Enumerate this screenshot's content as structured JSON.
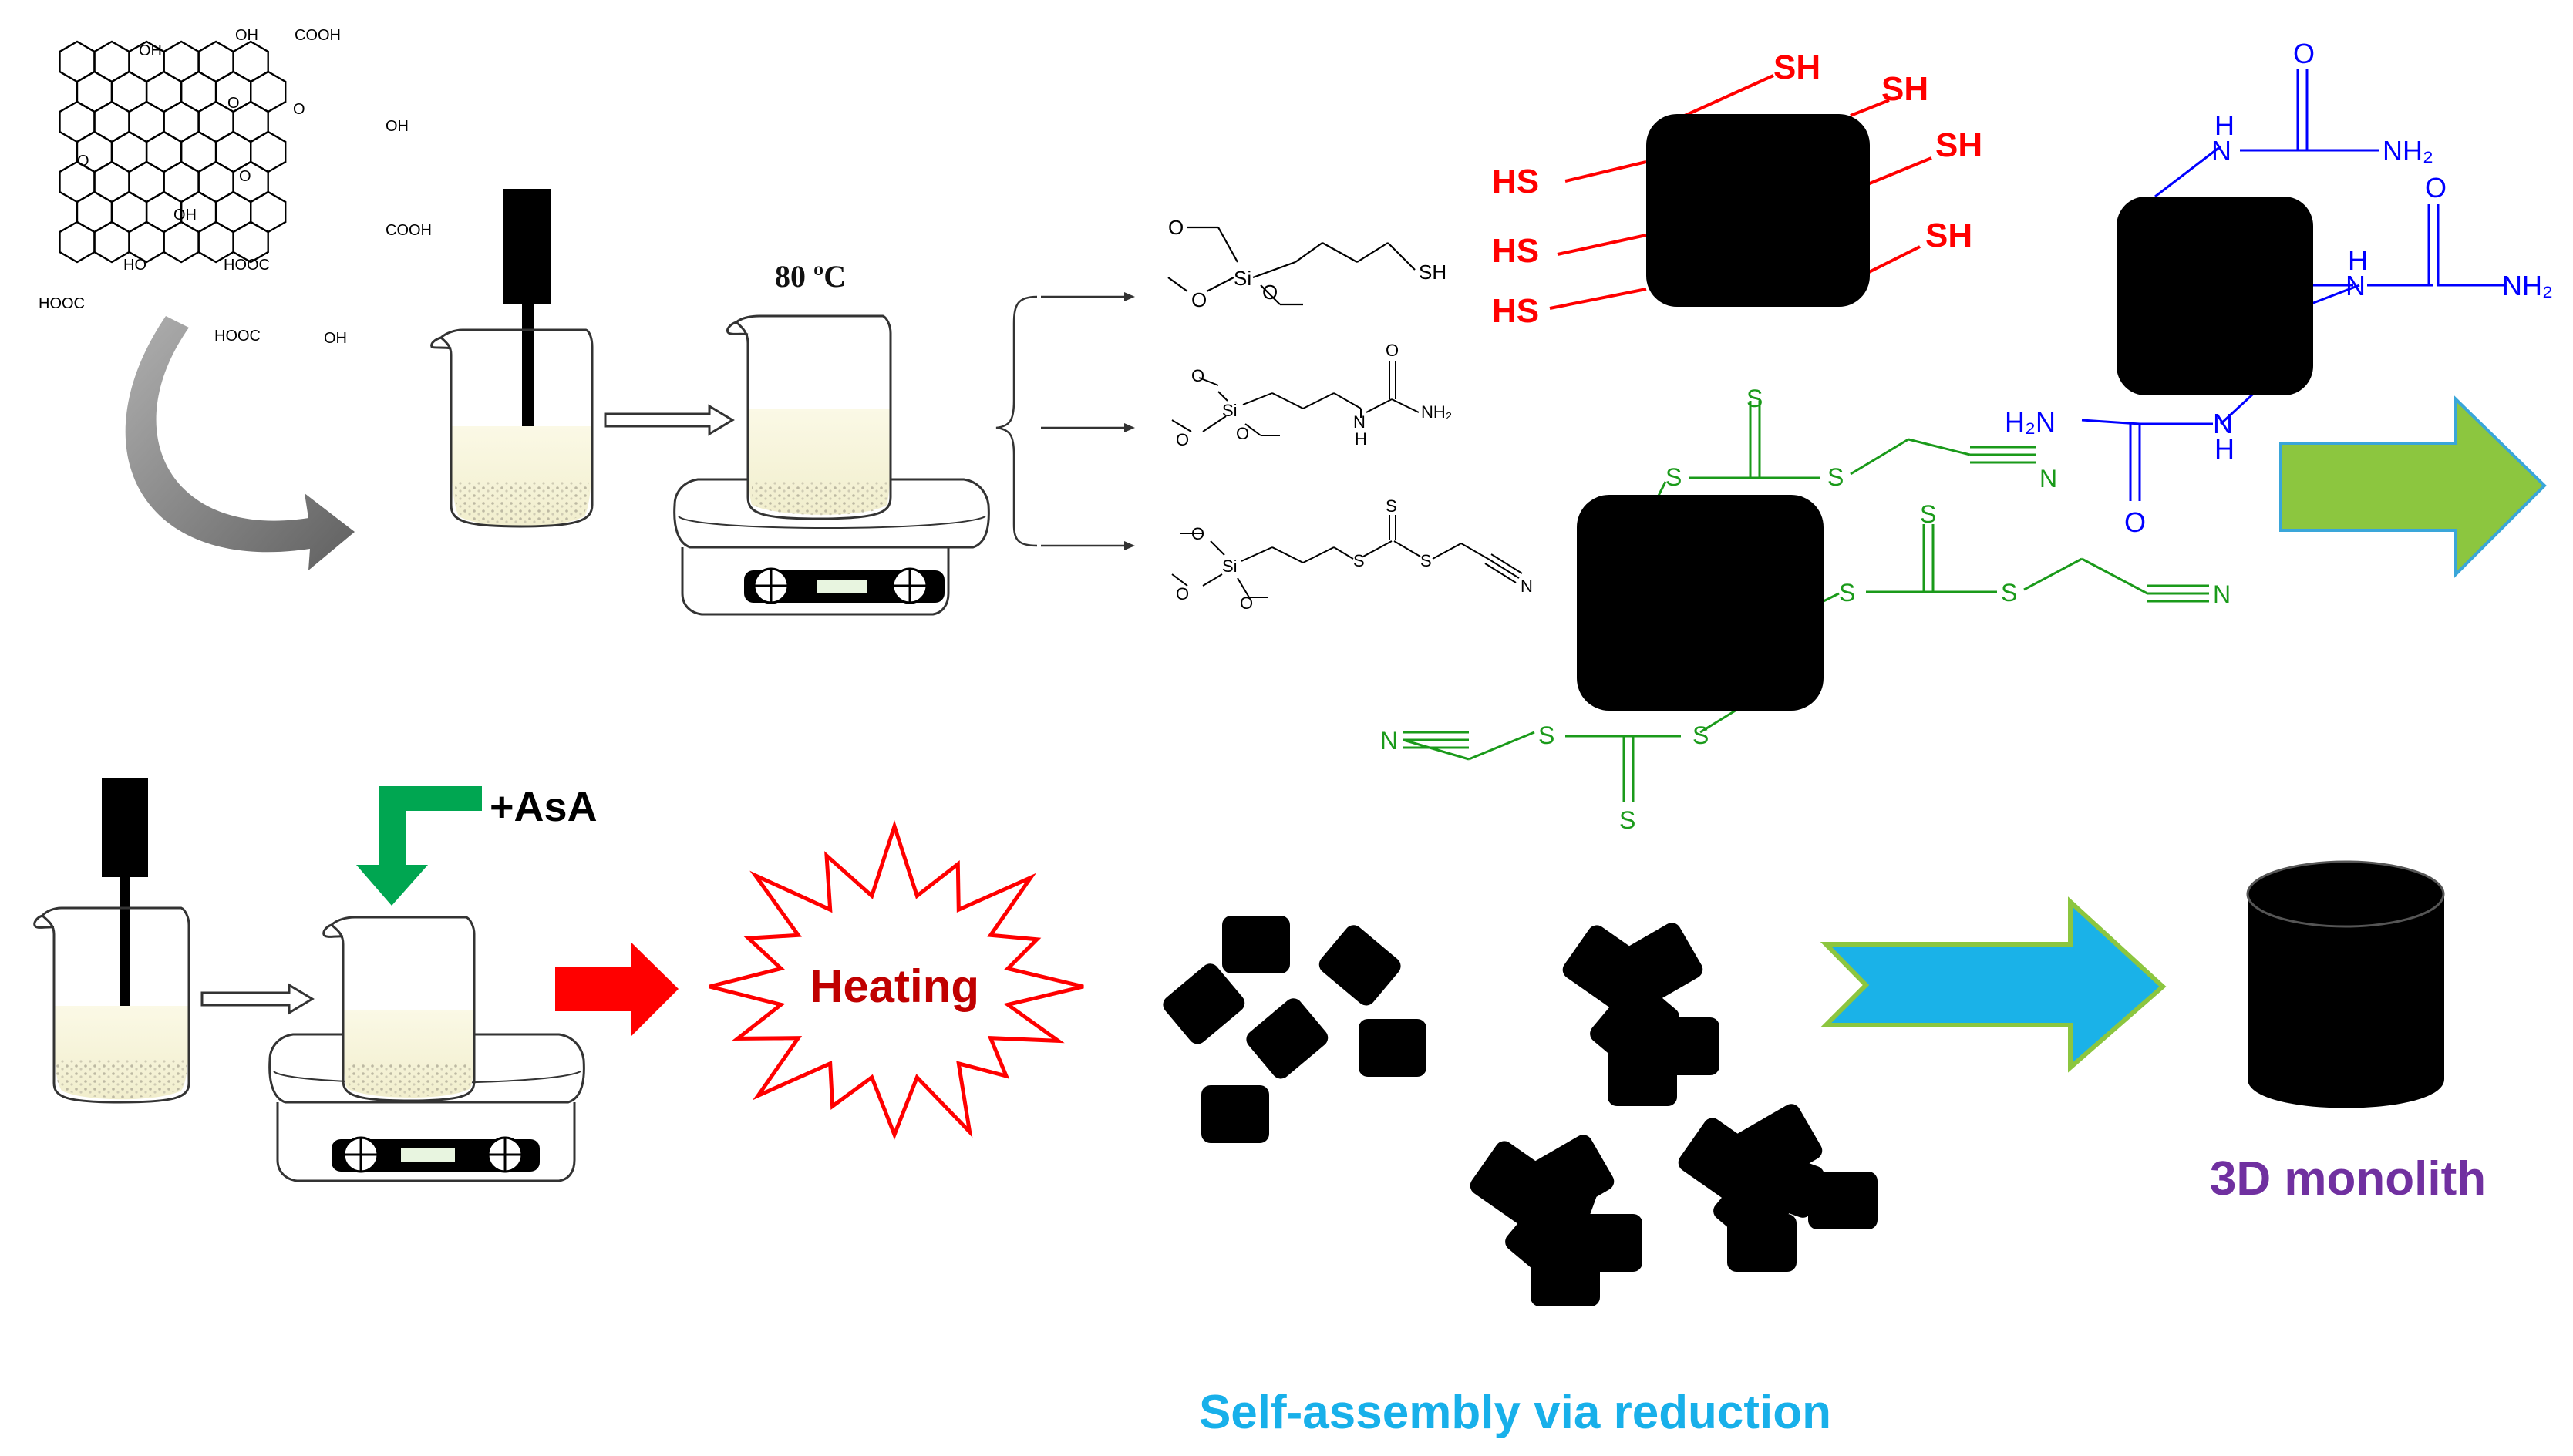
{
  "diagram": {
    "temperature_label": "80 ºC",
    "reagent_label": "+AsA",
    "heating_label": "Heating",
    "monolith_label": "3D monolith",
    "self_assembly_label": "Self-assembly via reduction",
    "graphene_oxide_groups": {
      "oh": "OH",
      "cooh": "COOH",
      "hooc": "HOOC",
      "ho": "HO",
      "o": "O"
    },
    "silane_atoms": {
      "si": "Si",
      "sh": "SH",
      "o": "O",
      "h": "H",
      "n": "N",
      "nh2": "NH₂",
      "s": "S"
    },
    "functional_groups": {
      "thiol_sh": "SH",
      "thiol_hs": "HS",
      "urea_nh2": "NH₂",
      "urea_h2n": "H₂N",
      "urea_nh": "N",
      "urea_h": "H",
      "urea_o": "O",
      "tc_s": "S",
      "tc_n": "N"
    },
    "colors": {
      "thiol": "#ff0000",
      "urea": "#0000ff",
      "trithiocarbonate": "#1a9a1a",
      "green_arrow": "#8cc63f",
      "blue_arrow": "#1ab2e8",
      "red_arrow": "#ff0000",
      "heating_text": "#c00000",
      "monolith_text": "#7030a0",
      "self_assembly_text": "#18b0ea",
      "gray_arrow": "#808080",
      "reagent_arrow": "#00a651"
    }
  }
}
